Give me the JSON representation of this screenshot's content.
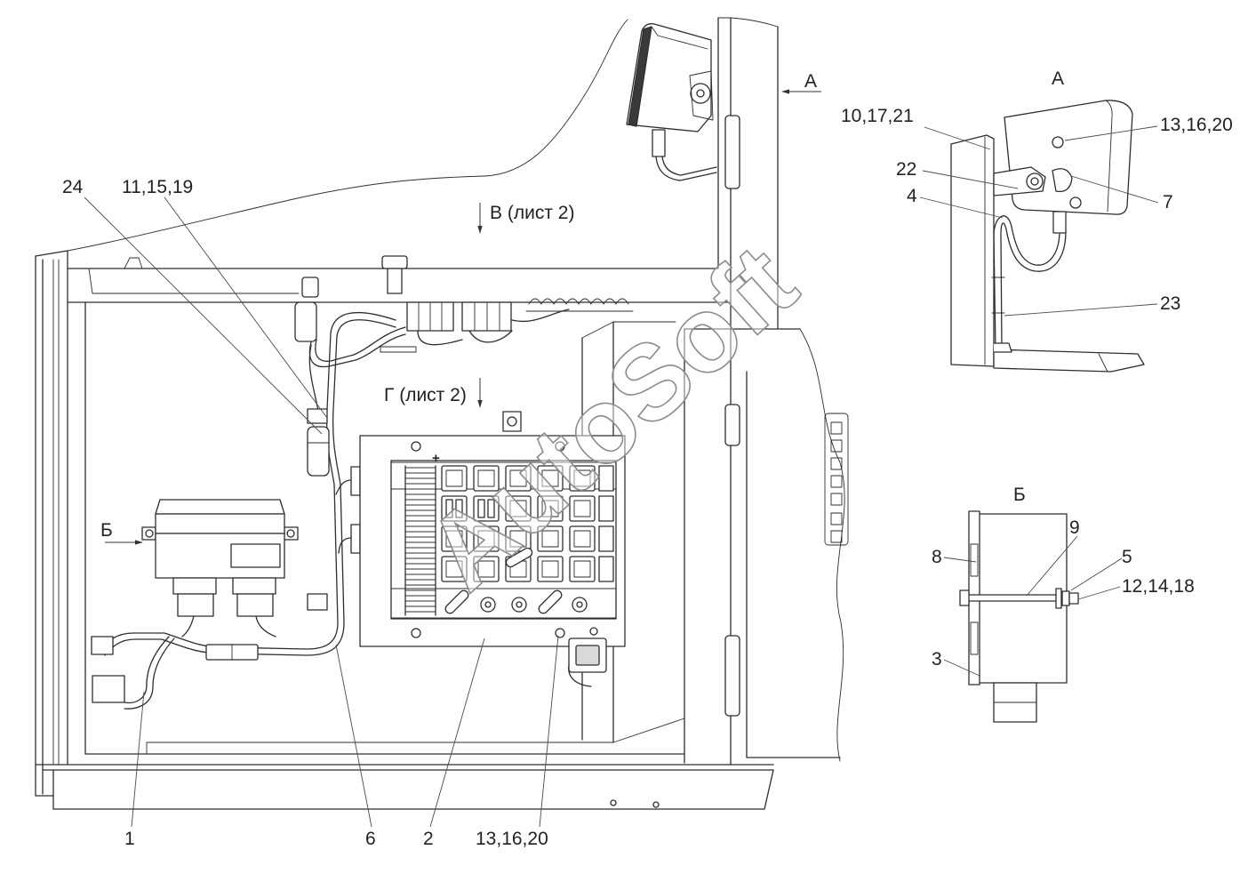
{
  "drawing": {
    "main_view": {
      "callout_24": "24",
      "callout_11_15_19": "11,15,19",
      "section_v": "В (лист 2)",
      "section_g": "Г (лист 2)",
      "view_b_arrow": "Б",
      "view_a_arrow": "А",
      "callout_1": "1",
      "callout_6": "6",
      "callout_2": "2",
      "callout_13_16_20": "13,16,20",
      "fuse_box_plus": "+"
    },
    "view_a": {
      "title": "А",
      "callout_10_17_21": "10,17,21",
      "callout_13_16_20": "13,16,20",
      "callout_22": "22",
      "callout_4": "4",
      "callout_7": "7",
      "callout_23": "23"
    },
    "view_b": {
      "title": "Б",
      "callout_8": "8",
      "callout_9": "9",
      "callout_5": "5",
      "callout_12_14_18": "12,14,18",
      "callout_3": "3"
    }
  },
  "watermark": "AutoSoft",
  "colors": {
    "background": "#ffffff",
    "line": "#2e2e2e",
    "leader": "#4a4a4a",
    "watermark_stroke": "#8c8c8c"
  }
}
